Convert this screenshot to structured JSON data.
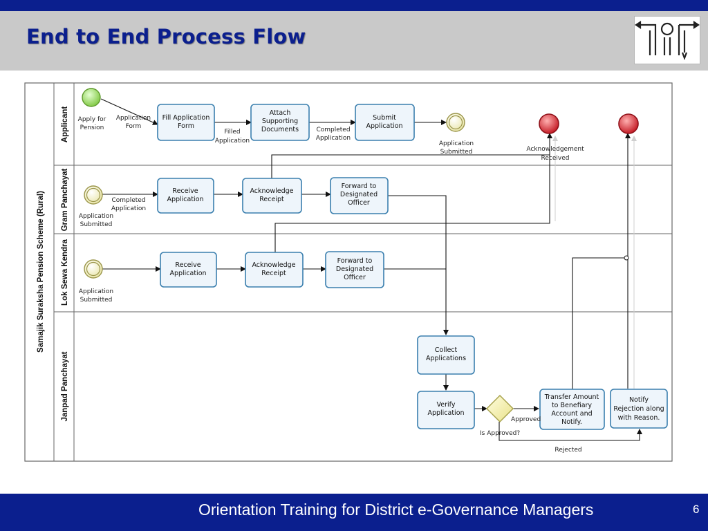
{
  "slide": {
    "title": "End to End Process Flow",
    "footer": "Orientation Training for District e-Governance Managers",
    "page_number": "6"
  },
  "pool": {
    "label": "Samajik Suraksha Pension Scheme (Rural)"
  },
  "lanes": {
    "applicant": "Applicant",
    "gram_panchayat": "Gram Panchayat",
    "lok_sewa_kendra": "Lok Sewa Kendra",
    "janpad_panchayat": "Janpad Panchayat"
  },
  "events": {
    "start_applicant": [
      "Apply for",
      "Pension"
    ],
    "app_submitted_applicant": [
      "Application",
      "Submitted"
    ],
    "ack_received": [
      "Acknowledgement",
      "Received"
    ],
    "start_gp": [
      "Application",
      "Submitted"
    ],
    "start_lsk": [
      "Application",
      "Submitted"
    ]
  },
  "tasks": {
    "fill_form": [
      "Fill Application",
      "Form"
    ],
    "attach_docs": [
      "Attach",
      "Supporting",
      "Documents"
    ],
    "submit_app": [
      "Submit",
      "Application"
    ],
    "gp_receive": [
      "Receive",
      "Application"
    ],
    "gp_ack": [
      "Acknowledge",
      "Receipt"
    ],
    "gp_forward": [
      "Forward to",
      "Designated",
      "Officer"
    ],
    "lsk_receive": [
      "Receive",
      "Application"
    ],
    "lsk_ack": [
      "Acknowledge",
      "Receipt"
    ],
    "lsk_forward": [
      "Forward to",
      "Designated",
      "Officer"
    ],
    "collect": [
      "Collect",
      "Applications"
    ],
    "verify": [
      "Verify",
      "Application"
    ],
    "transfer": [
      "Transfer Amount",
      "to Benefiary",
      "Account and",
      "Notify."
    ],
    "notify_reject": [
      "Notify",
      "Rejection along",
      "with Reason."
    ]
  },
  "gateway": {
    "label": "Is Approved?"
  },
  "flow_labels": {
    "application_form": [
      "Application",
      "Form"
    ],
    "filled_application": [
      "Filled",
      "Application"
    ],
    "completed_application_1": [
      "Completed",
      "Application"
    ],
    "completed_application_2": [
      "Completed",
      "Application"
    ],
    "approved": "Approved",
    "rejected": "Rejected"
  },
  "colors": {
    "brand_blue": "#0b1f8e",
    "header_grey": "#c9c9c9",
    "task_fill": "#eef5fb",
    "task_stroke": "#3a7fae",
    "start_event": "#8ad24a",
    "end_event": "#d21f2b",
    "gateway": "#f7f2a8"
  }
}
